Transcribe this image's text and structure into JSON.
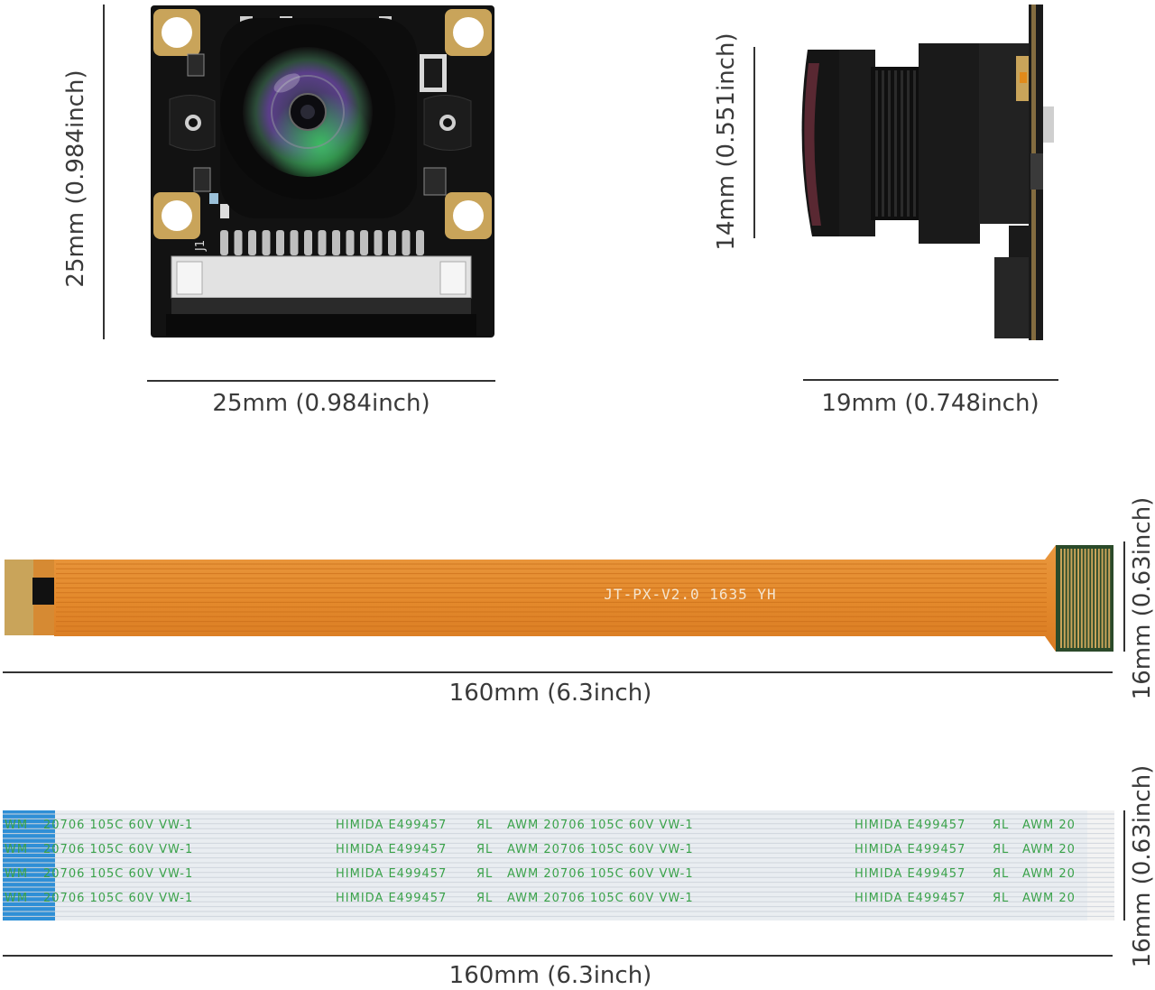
{
  "dimensions": {
    "board_height": "25mm (0.984inch)",
    "board_width": "25mm (0.984inch)",
    "side_height": "14mm (0.551inch)",
    "side_width": "19mm (0.748inch)",
    "cable1_length": "160mm (6.3inch)",
    "cable1_width": "16mm (0.63inch)",
    "cable2_length": "160mm (6.3inch)",
    "cable2_width": "16mm (0.63inch)"
  },
  "board": {
    "connector_label": "J1"
  },
  "cable1": {
    "print": "JT-PX-V2.0  1635  YH"
  },
  "cable2": {
    "start_fragment": "WM",
    "seg1": "20706   105C   60V   VW-1",
    "seg2": "HIMIDA   E499457",
    "ul_mark": "ЯL",
    "seg3": "AWM   20706   105C   60V   VW-1",
    "seg4": "HIMIDA   E499457",
    "seg5": "AWM   20"
  },
  "colors": {
    "pcb": "#121212",
    "gold": "#c9a45a",
    "orange_cable": "#e69038",
    "blue_tab": "#2f8fd6",
    "flat_cable": "#e9edf1",
    "print_green": "#3aa24a"
  }
}
